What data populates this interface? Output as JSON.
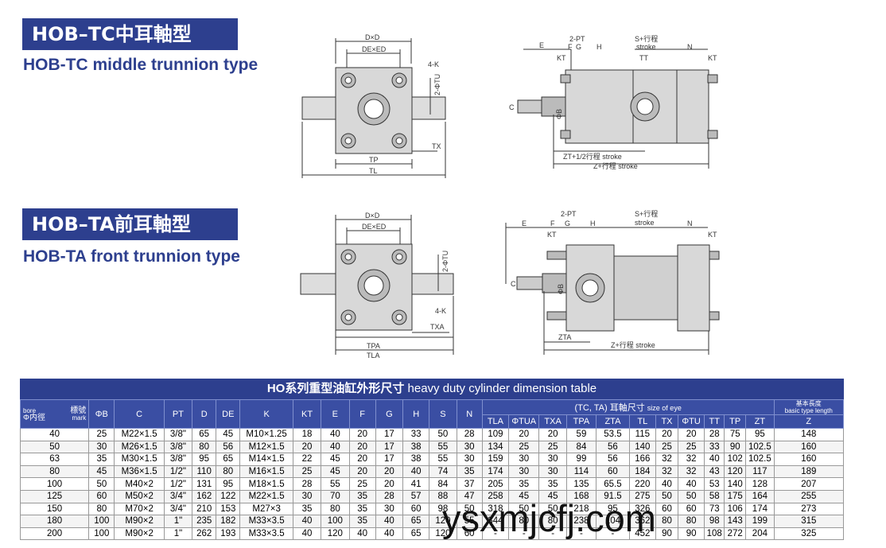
{
  "sections": [
    {
      "title_box": "HOB–TC中耳軸型",
      "subtitle": "HOB-TC middle trunnion type"
    },
    {
      "title_box": "HOB–TA前耳軸型",
      "subtitle": "HOB-TA front trunnion type"
    }
  ],
  "drawing_labels": {
    "tc_front": {
      "dxd": "D×D",
      "dexed": "DE×ED",
      "k": "4-K",
      "tu": "2-ΦTU",
      "tx": "TX",
      "tp": "TP",
      "tl": "TL"
    },
    "tc_side": {
      "e": "E",
      "pt": "2-PT",
      "f": "F",
      "g": "G",
      "h": "H",
      "stroke": "S+行程",
      "stroke_en": "stroke",
      "n": "N",
      "kt1": "KT",
      "tt": "TT",
      "kt2": "KT",
      "c": "C",
      "b": "ΦB",
      "zt": "ZT+1/2行程 stroke",
      "z": "Z+行程 stroke"
    },
    "ta_front": {
      "dxd": "D×D",
      "dexed": "DE×ED",
      "tu": "2-ΦTU",
      "k": "4-K",
      "txa": "TXA",
      "tpa": "TPA",
      "tla": "TLA"
    },
    "ta_side": {
      "pt": "2-PT",
      "stroke": "S+行程",
      "stroke_en": "stroke",
      "e": "E",
      "f": "F",
      "g": "G",
      "h": "H",
      "n": "N",
      "kt1": "KT",
      "kt2": "KT",
      "c": "C",
      "b": "ΦB",
      "zta": "ZTA",
      "z": "Z+行程 stroke"
    }
  },
  "table": {
    "title_cn": "HO系列重型油缸外形尺寸",
    "title_en": " heavy duty cylinder dimension table",
    "head_bore_top": "標號",
    "head_bore_mark": "mark",
    "head_bore_en": "bore",
    "head_bore_cn": "Φ内徑",
    "columns": [
      "ΦB",
      "C",
      "PT",
      "D",
      "DE",
      "K",
      "KT",
      "E",
      "F",
      "G",
      "H",
      "S",
      "N"
    ],
    "group_label": "(TC, TA) 耳軸尺寸",
    "group_label_en": "size of eye",
    "sub_columns": [
      "TLA",
      "ΦTUA",
      "TXA",
      "TPA",
      "ZTA",
      "TL",
      "TX",
      "ΦTU",
      "TT",
      "TP",
      "ZT"
    ],
    "z_head_cn": "基本長度",
    "z_head_en": "basic type length",
    "z_head": "Z",
    "rows": [
      [
        "40",
        "25",
        "M22×1.5",
        "3/8\"",
        "65",
        "45",
        "M10×1.25",
        "18",
        "40",
        "20",
        "17",
        "33",
        "50",
        "28",
        "109",
        "20",
        "20",
        "59",
        "53.5",
        "115",
        "20",
        "20",
        "28",
        "75",
        "95",
        "148"
      ],
      [
        "50",
        "30",
        "M26×1.5",
        "3/8\"",
        "80",
        "56",
        "M12×1.5",
        "20",
        "40",
        "20",
        "17",
        "38",
        "55",
        "30",
        "134",
        "25",
        "25",
        "84",
        "56",
        "140",
        "25",
        "25",
        "33",
        "90",
        "102.5",
        "160"
      ],
      [
        "63",
        "35",
        "M30×1.5",
        "3/8\"",
        "95",
        "65",
        "M14×1.5",
        "22",
        "45",
        "20",
        "17",
        "38",
        "55",
        "30",
        "159",
        "30",
        "30",
        "99",
        "56",
        "166",
        "32",
        "32",
        "40",
        "102",
        "102.5",
        "160"
      ],
      [
        "80",
        "45",
        "M36×1.5",
        "1/2\"",
        "110",
        "80",
        "M16×1.5",
        "25",
        "45",
        "20",
        "20",
        "40",
        "74",
        "35",
        "174",
        "30",
        "30",
        "114",
        "60",
        "184",
        "32",
        "32",
        "43",
        "120",
        "117",
        "189"
      ],
      [
        "100",
        "50",
        "M40×2",
        "1/2\"",
        "131",
        "95",
        "M18×1.5",
        "28",
        "55",
        "25",
        "20",
        "41",
        "84",
        "37",
        "205",
        "35",
        "35",
        "135",
        "65.5",
        "220",
        "40",
        "40",
        "53",
        "140",
        "128",
        "207"
      ],
      [
        "125",
        "60",
        "M50×2",
        "3/4\"",
        "162",
        "122",
        "M22×1.5",
        "30",
        "70",
        "35",
        "28",
        "57",
        "88",
        "47",
        "258",
        "45",
        "45",
        "168",
        "91.5",
        "275",
        "50",
        "50",
        "58",
        "175",
        "164",
        "255"
      ],
      [
        "150",
        "80",
        "M70×2",
        "3/4\"",
        "210",
        "153",
        "M27×3",
        "35",
        "80",
        "35",
        "30",
        "60",
        "98",
        "50",
        "318",
        "50",
        "50",
        "218",
        "95",
        "326",
        "60",
        "60",
        "73",
        "106",
        "174",
        "273"
      ],
      [
        "180",
        "100",
        "M90×2",
        "1\"",
        "235",
        "182",
        "M33×3.5",
        "40",
        "100",
        "35",
        "40",
        "65",
        "120",
        "55",
        "344",
        "80",
        "80",
        "238",
        "104",
        "362",
        "80",
        "80",
        "98",
        "143",
        "199",
        "315"
      ],
      [
        "200",
        "100",
        "M90×2",
        "1\"",
        "262",
        "193",
        "M33×3.5",
        "40",
        "120",
        "40",
        "40",
        "65",
        "120",
        "60",
        "-",
        "-",
        "-",
        "-",
        "-",
        "452",
        "90",
        "90",
        "108",
        "272",
        "204",
        "325"
      ]
    ]
  },
  "watermark": "ysxmjcfj.com"
}
